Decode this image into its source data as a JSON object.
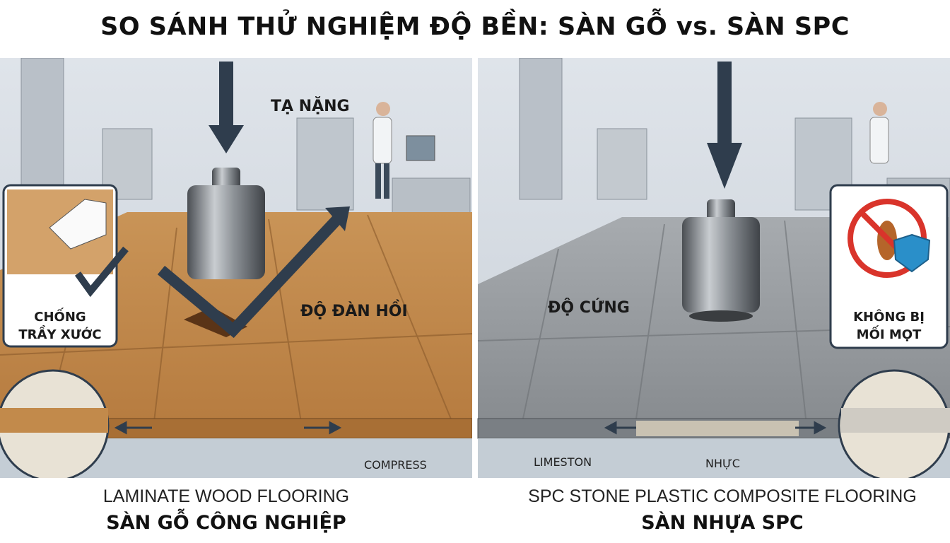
{
  "title": "SO SÁNH THỬ NGHIỆM ĐỘ BỀN: SÀN GỖ vs. SÀN SPC",
  "left_panel": {
    "weight_label": "TẠ NẶNG",
    "elasticity_label": "ĐỘ ĐÀN HỒI",
    "inset_label_line1": "CHỐNG",
    "inset_label_line2": "TRẦY XƯỚC",
    "compress_label": "COMPRESS",
    "caption_en": "LAMINATE WOOD FLOORING",
    "caption_vi": "SÀN GỖ CÔNG NGHIỆP",
    "floor_color": "#c18a4e"
  },
  "right_panel": {
    "hardness_label": "ĐỘ CỨNG",
    "inset_label_line1": "KHÔNG BỊ",
    "inset_label_line2": "MỐI MỌT",
    "limestone_label": "LIMESTON",
    "plastic_label": "NHỰC",
    "caption_en": "SPC STONE PLASTIC COMPOSITE FLOORING",
    "caption_vi": "SÀN NHỰA SPC",
    "floor_color": "#8e9296"
  },
  "icons": [
    "down-arrow-icon",
    "check-arrow-icon",
    "no-termite-icon",
    "shield-check-icon",
    "hand-icon"
  ]
}
